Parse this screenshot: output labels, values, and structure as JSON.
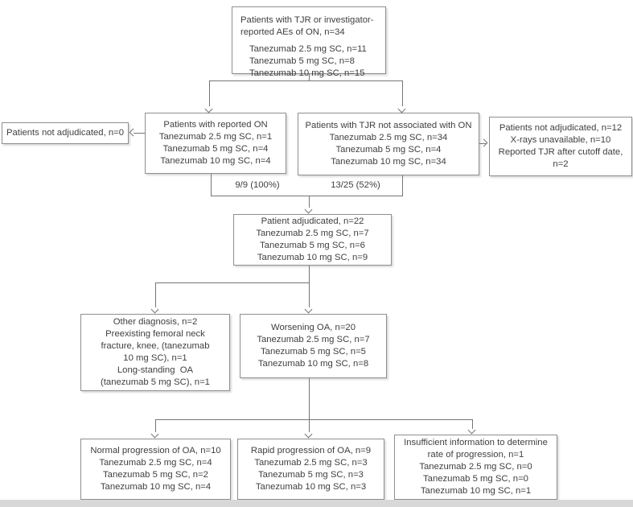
{
  "figure_type": "adjudication-flowchart",
  "boxes": {
    "source": {
      "lines": [
        "Patients with TJR or investigator-",
        "reported AEs of ON, n=34",
        "Tanezumab 2.5 mg SC, n=11",
        "Tanezumab 5 mg SC, n=8",
        "Tanezumab 10 mg SC, n=15"
      ]
    },
    "reported_on": {
      "lines": [
        "Patients with reported ON",
        "Tanezumab 2.5 mg SC, n=1",
        "Tanezumab 5 mg SC, n=4",
        "Tanezumab 10 mg SC, n=4"
      ]
    },
    "tjr_not_on": {
      "lines": [
        "Patients with TJR not associated with ON",
        "Tanezumab 2.5 mg SC, n=34",
        "Tanezumab 5 mg SC, n=4",
        "Tanezumab 10 mg SC, n=34"
      ]
    },
    "not_adjudicated_left": {
      "lines": [
        "Patients not adjudicated, n=0"
      ]
    },
    "not_adjudicated_right": {
      "lines": [
        "Patients not adjudicated, n=12",
        "X-rays unavailable, n=10",
        "Reported TJR after cutoff date,",
        "n=2"
      ]
    },
    "adjudicated": {
      "lines": [
        "Patient adjudicated, n=22",
        "Tanezumab 2.5 mg SC, n=7",
        "Tanezumab 5 mg SC, n=6",
        "Tanezumab 10 mg SC, n=9"
      ]
    },
    "other_diagnosis": {
      "lines": [
        "Other diagnosis, n=2",
        "Preexisting femoral neck",
        "fracture, knee, (tanezumab",
        "10 mg SC), n=1",
        "Long-standing  OA",
        "(tanezumab 5 mg SC), n=1"
      ]
    },
    "worsening_oa": {
      "lines": [
        "Worsening OA, n=20",
        "Tanezumab 2.5 mg SC, n=7",
        "Tanezumab 5 mg SC, n=5",
        "Tanezumab 10 mg SC, n=8"
      ]
    },
    "normal_progression": {
      "lines": [
        "Normal progression of OA, n=10",
        "Tanezumab 2.5 mg SC, n=4",
        "Tanezumab 5 mg SC, n=2",
        "Tanezumab 10 mg SC, n=4"
      ]
    },
    "rapid_progression": {
      "lines": [
        "Rapid progression of OA, n=9",
        "Tanezumab 2.5 mg SC, n=3",
        "Tanezumab 5 mg SC, n=3",
        "Tanezumab 10 mg SC, n=3"
      ]
    },
    "insufficient_info": {
      "lines": [
        "Insufficient information to determine",
        "rate of progression, n=1",
        "Tanezumab 2.5 mg SC, n=0",
        "Tanezumab 5 mg SC, n=0",
        "Tanezumab 10 mg SC, n=1"
      ]
    }
  },
  "labels": {
    "rate_left": "9/9 (100%)",
    "rate_right": "13/25 (52%)"
  },
  "colors": {
    "box_border": "#8e8e8e",
    "text": "#3f3f3f",
    "connector": "#757575",
    "background": "#ffffff",
    "bottom_band": "#d8d8d8"
  }
}
